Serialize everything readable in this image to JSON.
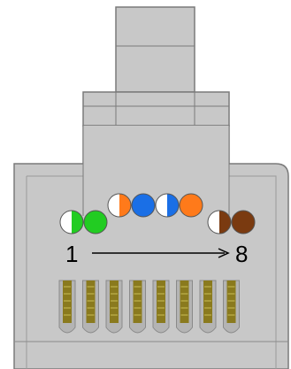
{
  "labels": {
    "start": "1",
    "end": "8"
  },
  "colors": {
    "housing": "#c8c8c8",
    "housing_dark": "#b4b4b4",
    "outline": "#7a7a7a",
    "contact": "#8a7a1e",
    "contact_highlight": "#c9bd57",
    "white": "#ffffff",
    "green": "#22cc22",
    "orange": "#ff7a1a",
    "blue": "#1a6fe6",
    "brown": "#7a3a10"
  },
  "wires": [
    {
      "pin": 1,
      "name": "white-green",
      "primary": "white",
      "stripe": "green"
    },
    {
      "pin": 2,
      "name": "green",
      "primary": "green",
      "stripe": null
    },
    {
      "pin": 3,
      "name": "white-orange",
      "primary": "white",
      "stripe": "orange"
    },
    {
      "pin": 4,
      "name": "blue",
      "primary": "blue",
      "stripe": null
    },
    {
      "pin": 5,
      "name": "white-blue",
      "primary": "white",
      "stripe": "blue"
    },
    {
      "pin": 6,
      "name": "orange",
      "primary": "orange",
      "stripe": null
    },
    {
      "pin": 7,
      "name": "white-brown",
      "primary": "white",
      "stripe": "brown"
    },
    {
      "pin": 8,
      "name": "brown",
      "primary": "brown",
      "stripe": null
    }
  ]
}
